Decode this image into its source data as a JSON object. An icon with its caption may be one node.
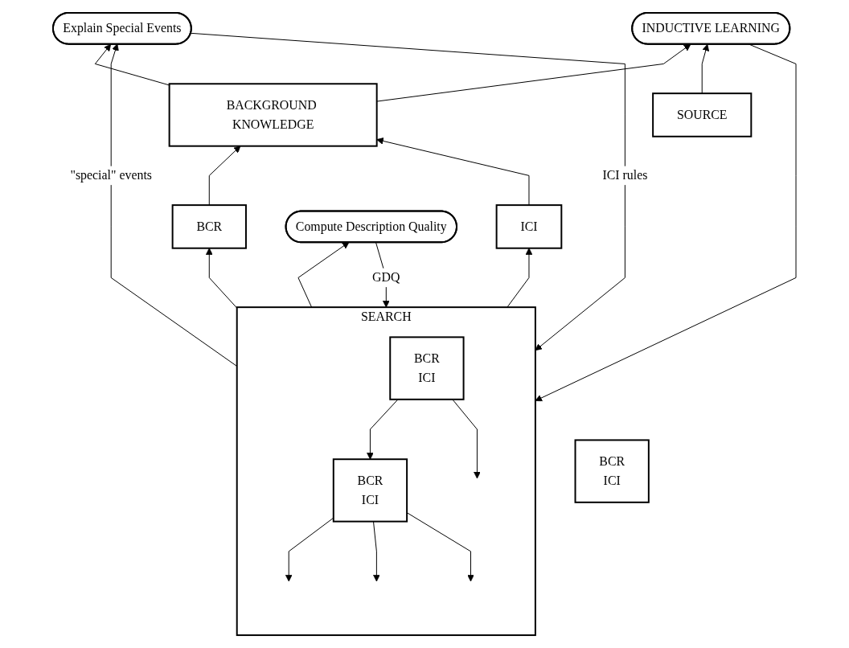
{
  "diagram": {
    "nodes": [
      {
        "text": [
          "BACKGROUND KNOWLEDGE"
        ]
      },
      {
        "text": [
          "BCR"
        ]
      },
      {
        "text": [
          "ICI"
        ]
      },
      {
        "text": [
          "Compute Description Quality"
        ]
      },
      {
        "text": [
          "SEARCH"
        ]
      },
      {
        "text": [
          "BCR",
          "ICI"
        ],
        "in": 4
      },
      {
        "text": [
          "BCR",
          "ICI"
        ],
        "in": 4
      },
      {
        "text": [
          "Explain Special Events"
        ]
      },
      {
        "text": [
          "BCR",
          "ICI"
        ]
      },
      {
        "text": [
          "INDUCTIVE LEARNING"
        ]
      },
      {
        "text": [
          "SOURCE"
        ]
      }
    ],
    "edges": [
      {
        "from": 1,
        "to": 0,
        "arrow": "to"
      },
      {
        "from": 2,
        "to": 0,
        "arrow": "to"
      },
      {
        "from": 4,
        "to": 1,
        "arrow": "to"
      },
      {
        "from": 4,
        "to": 2,
        "arrow": "to"
      },
      {
        "from": 0,
        "to": 7,
        "arrow": "to"
      },
      {
        "from": 3,
        "to": 4,
        "label": "GDQ",
        "arrow": "to"
      },
      {
        "from": 7,
        "to": 4,
        "label": "ICI rules",
        "arrow": "to"
      },
      {
        "from": 5,
        "to": 6,
        "arrow": "to"
      },
      {
        "from": 5,
        "to": null,
        "arrow": "to"
      },
      {
        "from": 6,
        "to": null,
        "arrow": "to"
      },
      {
        "from": 6,
        "to": null,
        "arrow": "to"
      },
      {
        "from": 6,
        "to": null,
        "arrow": "to"
      },
      {
        "from": 4,
        "to": 3,
        "arrow": "to"
      },
      {
        "from": 4,
        "to": 7,
        "label": "\"special\" events",
        "arrow": "to"
      },
      {
        "from": 0,
        "to": 9,
        "arrow": "to"
      },
      {
        "from": 9,
        "to": 4,
        "arrow": "to"
      },
      {
        "from": 10,
        "to": 9,
        "arrow": "to"
      }
    ]
  }
}
